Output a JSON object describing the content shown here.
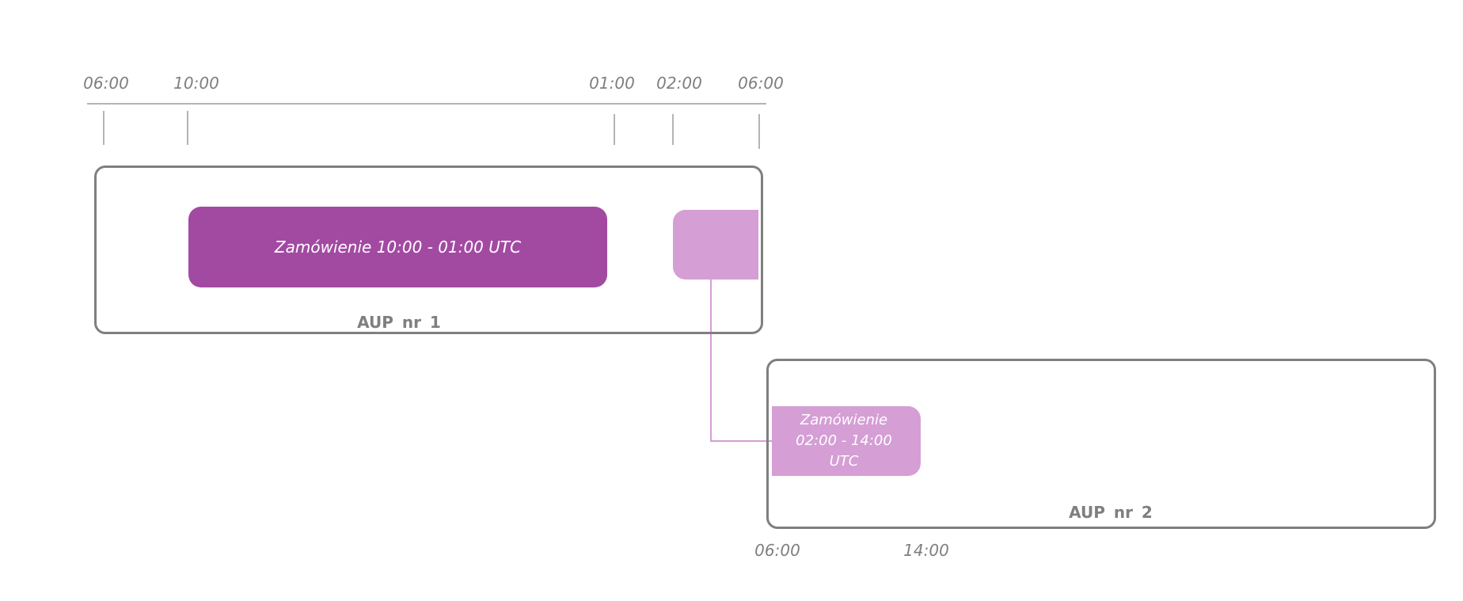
{
  "colors": {
    "order_primary": "#a24aa2",
    "order_continuation": "#d59ed5",
    "grey": "#7f7f7f"
  },
  "timeline_top": {
    "ticks": [
      "06:00",
      "10:00",
      "01:00",
      "02:00",
      "06:00"
    ]
  },
  "aup1": {
    "label": "AUP  nr  1",
    "order": {
      "label": "Zamówienie 10:00 - 01:00 UTC"
    }
  },
  "aup2": {
    "label": "AUP  nr  2",
    "order": {
      "line1": "Zamówienie",
      "line2": "02:00 - 14:00",
      "line3": "UTC"
    }
  },
  "timeline_bottom": {
    "ticks": [
      "06:00",
      "14:00"
    ]
  }
}
